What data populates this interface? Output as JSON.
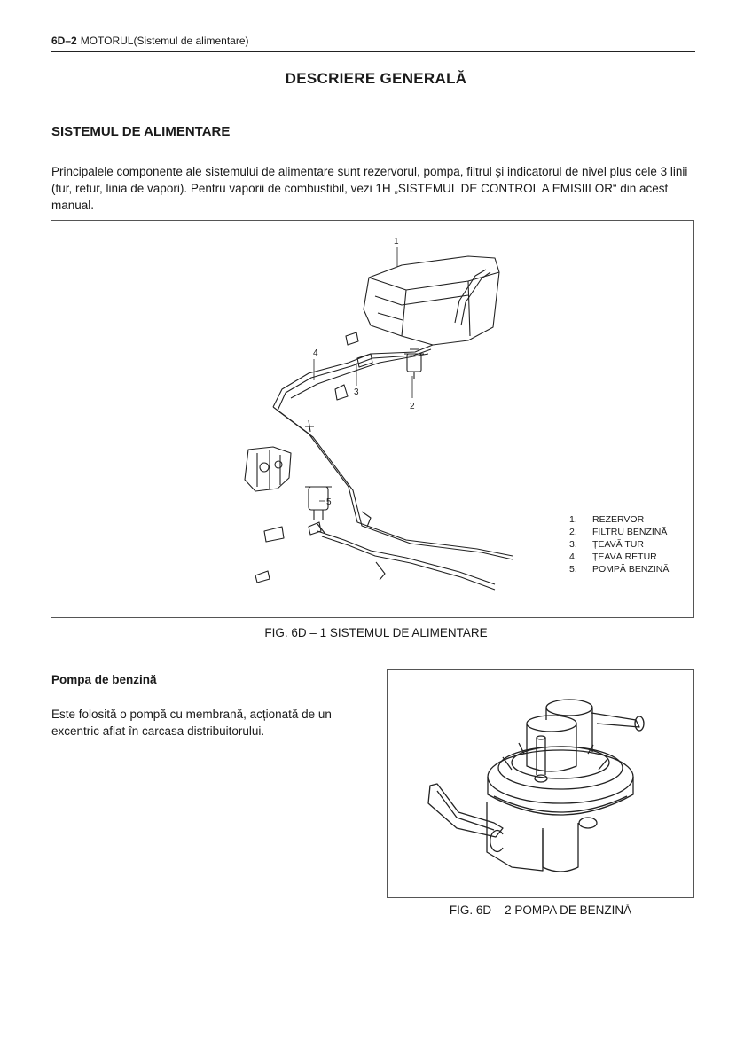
{
  "header": {
    "code": "6D–2",
    "title": "MOTORUL(Sistemul de alimentare)"
  },
  "main_title": "DESCRIERE GENERALĂ",
  "section_title": "SISTEMUL DE ALIMENTARE",
  "intro_paragraph": "Principalele componente ale sistemului de alimentare sunt rezervorul, pompa, filtrul și indicatorul de nivel plus cele 3 linii (tur, retur, linia de vapori). Pentru vaporii de combustibil, vezi 1H „SISTEMUL DE CONTROL A EMISIILOR“ din acest manual.",
  "figure1": {
    "caption": "FIG. 6D – 1  SISTEMUL DE ALIMENTARE",
    "callouts": [
      "1",
      "2",
      "3",
      "4",
      "5"
    ],
    "legend": [
      {
        "num": "1.",
        "label": "REZERVOR"
      },
      {
        "num": "2.",
        "label": "FILTRU BENZINĂ"
      },
      {
        "num": "3.",
        "label": "ȚEAVĂ TUR"
      },
      {
        "num": "4.",
        "label": "ȚEAVĂ RETUR"
      },
      {
        "num": "5.",
        "label": "POMPĂ BENZINĂ"
      }
    ]
  },
  "subsection_title": "Pompa de benzină",
  "pump_paragraph": "Este folosită o pompă cu membrană, acționată de un excentric aflat în carcasa distribuitorului.",
  "figure2": {
    "caption": "FIG. 6D – 2  POMPA DE BENZINĂ"
  }
}
